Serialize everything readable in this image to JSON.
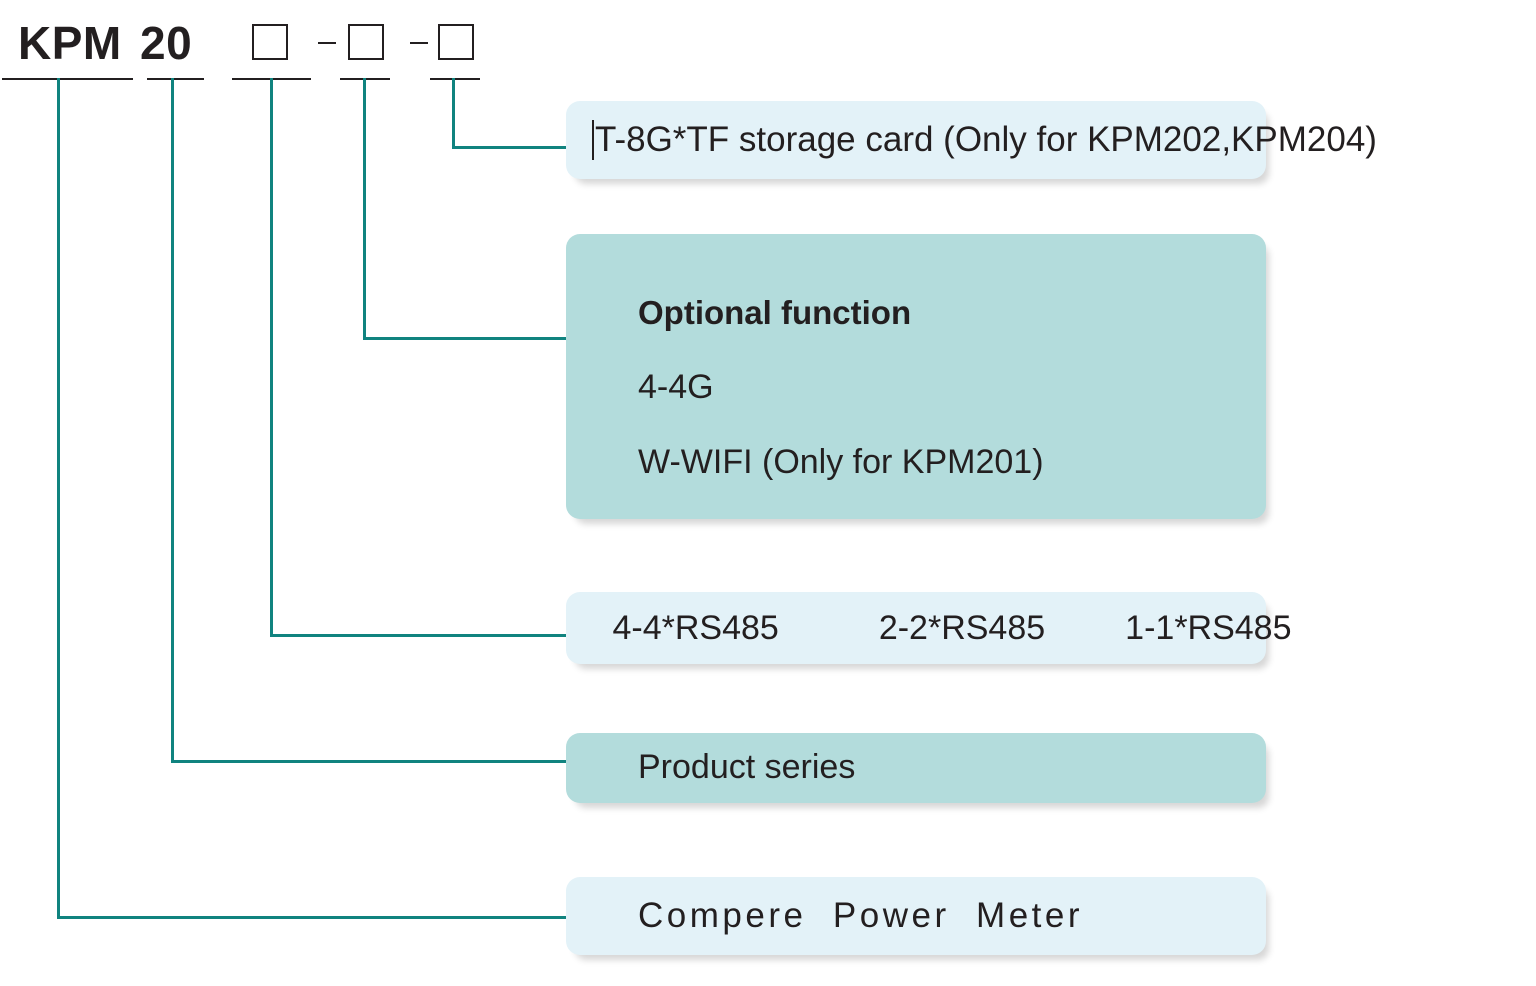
{
  "code": {
    "prefix": "KPM",
    "series_number": "20",
    "placeholder_boxes": 3,
    "separator": "-"
  },
  "callouts": [
    {
      "id": "storage",
      "color": "#e3f2f8",
      "text": "T-8G*TF storage card (Only for KPM202,KPM204)"
    },
    {
      "id": "optional",
      "color": "#b3dcdc",
      "title": "Optional function",
      "options": [
        "4-4G",
        "W-WIFI (Only for KPM201)"
      ]
    },
    {
      "id": "rs485",
      "color": "#e3f2f8",
      "options": [
        "4-4*RS485",
        "2-2*RS485",
        "1-1*RS485"
      ]
    },
    {
      "id": "series",
      "color": "#b3dcdc",
      "text": "Product series"
    },
    {
      "id": "meter",
      "color": "#e3f2f8",
      "text": "Compere  Power  Meter"
    }
  ],
  "theme": {
    "line_color": "#10837f",
    "rule_color": "#231f20",
    "text_color": "#231f20",
    "light_box": "#e3f2f8",
    "green_box": "#b3dcdc",
    "background": "#ffffff"
  }
}
